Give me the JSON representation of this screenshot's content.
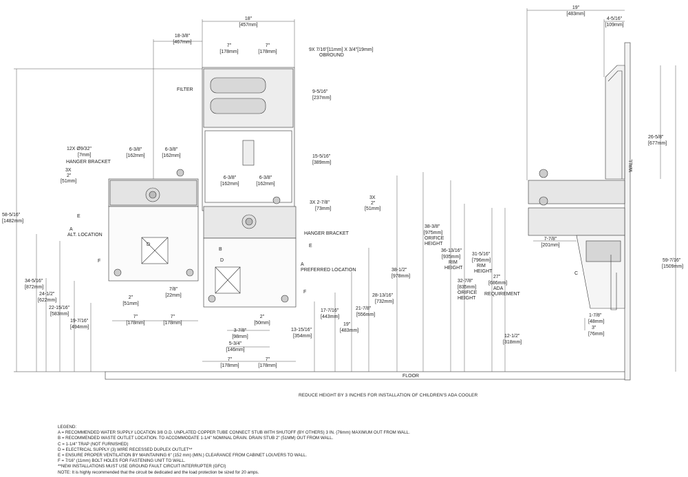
{
  "dims": {
    "top_18": "18\"",
    "top_18_mm": "[457mm]",
    "top_19": "19\"",
    "top_19_mm": "[483mm]",
    "top_4516": "4-5/16\"",
    "top_4516_mm": "[109mm]",
    "w_18_38": "18-3/8\"",
    "w_18_38_mm": "[467mm]",
    "c7a": "7\"",
    "c7a_mm": "[178mm]",
    "c7b": "7\"",
    "c7b_mm": "[178mm]",
    "obround": "9X 7/16\"[11mm] X 3/4\"[19mm]",
    "obround2": "OBROUND",
    "v_9516": "9-5/16\"",
    "v_9516_mm": "[237mm]",
    "l_638a": "6-3/8\"",
    "l_638a_mm": "[162mm]",
    "l_638b": "6-3/8\"",
    "l_638b_mm": "[162mm]",
    "m_638a": "6-3/8\"",
    "m_638a_mm": "[162mm]",
    "m_638b": "6-3/8\"",
    "m_638b_mm": "[162mm]",
    "holes": "12X Ø9/32\"",
    "holes_mm": "[7mm]",
    "v_15516": "15-5/16\"",
    "v_15516_mm": "[389mm]",
    "l_3x": "3X",
    "l_2": "2\"",
    "l_2_mm": "[51mm]",
    "r_3x": "3X",
    "r_2": "2\"",
    "r_2_mm": "[51mm]",
    "x_3278": "3X 2-7/8\"",
    "x_3278_mm": "[73mm]",
    "h_58516": "58-5/16\"",
    "h_58516_mm": "[1482mm]",
    "h_34516": "34-5/16\"",
    "h_34516_mm": "[872mm]",
    "h_2412": "24-1/2\"",
    "h_2412_mm": "[622mm]",
    "h_221516": "22-15/16\"",
    "h_221516_mm": "[583mm]",
    "h_19716": "19-7/16\"",
    "h_19716_mm": "[494mm]",
    "b_2": "2\"",
    "b_2_mm": "[51mm]",
    "b_78": "7/8\"",
    "b_78_mm": "[22mm]",
    "b_7a": "7\"",
    "b_7a_mm": "[178mm]",
    "b_7b": "7\"",
    "b_7b_mm": "[178mm]",
    "m_2": "2\"",
    "m_2_mm": "[50mm]",
    "m_378": "3-7/8\"",
    "m_378_mm": "[98mm]",
    "m_534": "5-3/4\"",
    "m_534_mm": "[146mm]",
    "m_7a": "7\"",
    "m_7a_mm": "[178mm]",
    "m_7b": "7\"",
    "m_7b_mm": "[178mm]",
    "h_131516": "13-15/16\"",
    "h_131516_mm": "[354mm]",
    "h_17716": "17-7/16\"",
    "h_17716_mm": "[443mm]",
    "h_19": "19\"",
    "h_19_mm": "[483mm]",
    "h_2178": "21-7/8\"",
    "h_2178_mm": "[556mm]",
    "h_281316": "28-13/16\"",
    "h_281316_mm": "[732mm]",
    "h_3812": "38-1/2\"",
    "h_3812_mm": "[978mm]",
    "s_3838": "38-3/8\"",
    "s_3838_mm": "[975mm]",
    "s_3838_t1": "ORIFICE",
    "s_3838_t2": "HEIGHT",
    "s_361316": "36-13/16\"",
    "s_361316_mm": "[935mm]",
    "s_361316_t1": "RIM",
    "s_361316_t2": "HEIGHT",
    "s_3278": "32-7/8\"",
    "s_3278_mm": "[835mm]",
    "s_3278_t1": "ORIFICE",
    "s_3278_t2": "HEIGHT",
    "s_31516": "31-5/16\"",
    "s_31516_mm": "[796mm]",
    "s_31516_t1": "RIM",
    "s_31516_t2": "HEIGHT",
    "s_27": "27\"",
    "s_27_mm": "[686mm]",
    "s_27_t1": "ADA",
    "s_27_t2": "REQUIREMENT",
    "s_778": "7-7/8\"",
    "s_778_mm": "[201mm]",
    "s_2658": "26-5/8\"",
    "s_2658_mm": "[677mm]",
    "s_59716": "59-7/16\"",
    "s_59716_mm": "[1509mm]",
    "s_178": "1-7/8\"",
    "s_178_mm": "[48mm]",
    "s_3": "3\"",
    "s_3_mm": "[76mm]",
    "s_1212": "12-1/2\"",
    "s_1212_mm": "[318mm]"
  },
  "labels": {
    "filter": "FILTER",
    "hanger_left": "HANGER BRACKET",
    "hanger_right": "HANGER BRACKET",
    "e_left": "E",
    "e_right": "E",
    "a_left": "A",
    "alt_location": "ALT. LOCATION",
    "a_right": "A",
    "preferred_location": "PREFERRED LOCATION",
    "f_left": "F",
    "f_right": "F",
    "b": "B",
    "d_left": "D",
    "d_right": "D",
    "c": "C",
    "wall": "WALL",
    "floor": "FLOOR"
  },
  "note_children": "REDUCE HEIGHT BY 3 INCHES FOR INSTALLATION OF CHILDREN'S ADA COOLER",
  "legend": {
    "title": "LEGEND:",
    "items": [
      "A = RECOMMENDED WATER SUPPLY LOCATION 3/8 O.D. UNPLATED COPPER TUBE CONNECT STUB WITH SHUTOFF (BY OTHERS) 3 IN. (76mm) MAXIMUM OUT FROM WALL.",
      "B = RECOMMENDED WASTE OUTLET LOCATION. TO ACCOMMODATE 1-1/4\" NOMINAL DRAIN. DRAIN STUB 2\" (51MM) OUT FROM WALL.",
      "C = 1-1/4\" TRAP (NOT FURNISHED)",
      "D = ELECTRICAL SUPPLY (3) WIRE RECESSED DUPLEX OUTLET**",
      "E = ENSURE PROPER VENTILATION BY MAINTAINING 6\" (152 mm) (MIN.) CLEARANCE FROM CABINET LOUVERS TO WALL.",
      "F = 7/16\" (11mm) BOLT HOLES FOR FASTENING UNIT TO WALL.",
      "**NEW INSTALLATIONS MUST USE GROUND FAULT CIRCUIT INTERRUPTER (GFCI)",
      "NOTE: It is highly recommended that the circuit be dedicated and the load protection be sized for 20 amps."
    ]
  }
}
